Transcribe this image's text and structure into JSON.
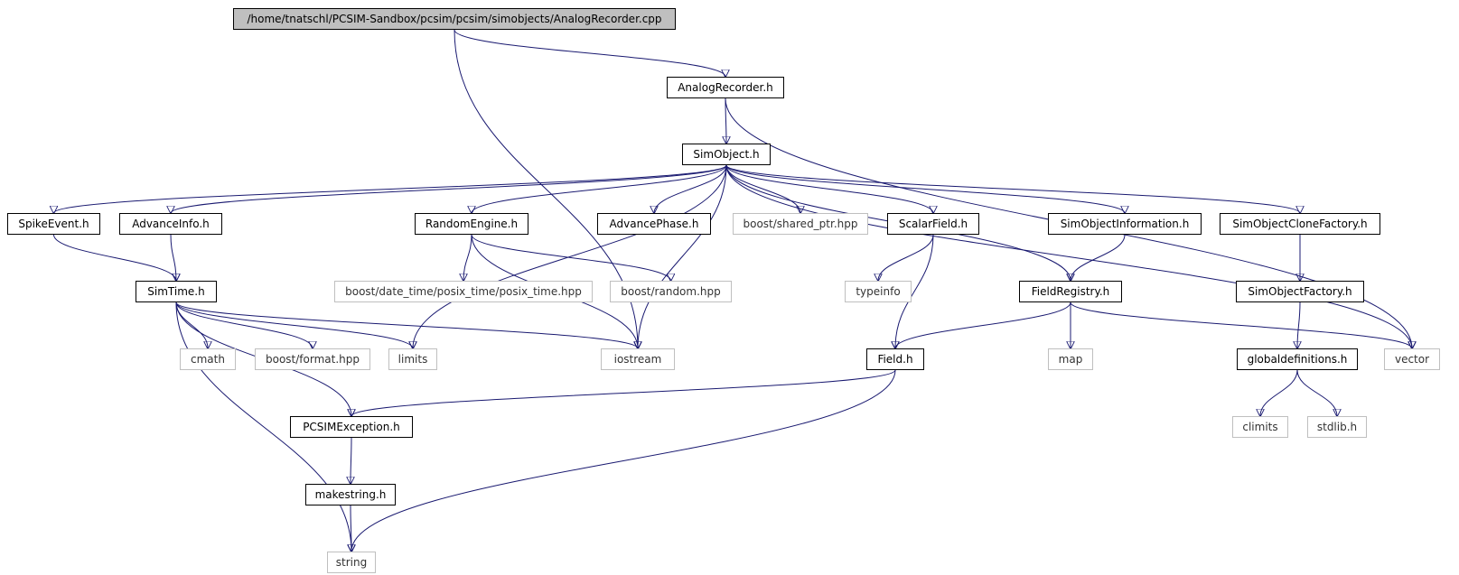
{
  "graph": {
    "nodes": {
      "analogrecorder_cpp": {
        "label": "/home/tnatschl/PCSIM-Sandbox/pcsim/pcsim/simobjects/AnalogRecorder.cpp",
        "kind": "root"
      },
      "analogrecorder_h": {
        "label": "AnalogRecorder.h",
        "kind": "local"
      },
      "simobject_h": {
        "label": "SimObject.h",
        "kind": "local"
      },
      "spikeevent_h": {
        "label": "SpikeEvent.h",
        "kind": "local"
      },
      "advanceinfo_h": {
        "label": "AdvanceInfo.h",
        "kind": "local"
      },
      "randomengine_h": {
        "label": "RandomEngine.h",
        "kind": "local"
      },
      "advancephase_h": {
        "label": "AdvancePhase.h",
        "kind": "local"
      },
      "boost_shared_ptr": {
        "label": "boost/shared_ptr.hpp",
        "kind": "system"
      },
      "scalarfield_h": {
        "label": "ScalarField.h",
        "kind": "local"
      },
      "simobjectinformation_h": {
        "label": "SimObjectInformation.h",
        "kind": "local"
      },
      "simobjectclonefactory_h": {
        "label": "SimObjectCloneFactory.h",
        "kind": "local"
      },
      "simtime_h": {
        "label": "SimTime.h",
        "kind": "local"
      },
      "boost_posix_time": {
        "label": "boost/date_time/posix_time/posix_time.hpp",
        "kind": "system"
      },
      "boost_random": {
        "label": "boost/random.hpp",
        "kind": "system"
      },
      "typeinfo": {
        "label": "typeinfo",
        "kind": "system"
      },
      "fieldregistry_h": {
        "label": "FieldRegistry.h",
        "kind": "local"
      },
      "simobjectfactory_h": {
        "label": "SimObjectFactory.h",
        "kind": "local"
      },
      "cmath": {
        "label": "cmath",
        "kind": "system"
      },
      "boost_format": {
        "label": "boost/format.hpp",
        "kind": "system"
      },
      "limits": {
        "label": "limits",
        "kind": "system"
      },
      "iostream": {
        "label": "iostream",
        "kind": "system"
      },
      "field_h": {
        "label": "Field.h",
        "kind": "local"
      },
      "map": {
        "label": "map",
        "kind": "system"
      },
      "globaldefinitions_h": {
        "label": "globaldefinitions.h",
        "kind": "local"
      },
      "vector": {
        "label": "vector",
        "kind": "system"
      },
      "pcsimexception_h": {
        "label": "PCSIMException.h",
        "kind": "local"
      },
      "climits": {
        "label": "climits",
        "kind": "system"
      },
      "stdlib_h": {
        "label": "stdlib.h",
        "kind": "system"
      },
      "makestring_h": {
        "label": "makestring.h",
        "kind": "local"
      },
      "string": {
        "label": "string",
        "kind": "system"
      }
    },
    "edges": [
      [
        "analogrecorder_cpp",
        "analogrecorder_h"
      ],
      [
        "analogrecorder_cpp",
        "iostream"
      ],
      [
        "analogrecorder_h",
        "simobject_h"
      ],
      [
        "analogrecorder_h",
        "vector"
      ],
      [
        "simobject_h",
        "spikeevent_h"
      ],
      [
        "simobject_h",
        "advanceinfo_h"
      ],
      [
        "simobject_h",
        "randomengine_h"
      ],
      [
        "simobject_h",
        "advancephase_h"
      ],
      [
        "simobject_h",
        "boost_shared_ptr"
      ],
      [
        "simobject_h",
        "scalarfield_h"
      ],
      [
        "simobject_h",
        "simobjectinformation_h"
      ],
      [
        "simobject_h",
        "simobjectclonefactory_h"
      ],
      [
        "simobject_h",
        "fieldregistry_h"
      ],
      [
        "simobject_h",
        "limits"
      ],
      [
        "simobject_h",
        "iostream"
      ],
      [
        "simobject_h",
        "vector"
      ],
      [
        "spikeevent_h",
        "simtime_h"
      ],
      [
        "advanceinfo_h",
        "simtime_h"
      ],
      [
        "randomengine_h",
        "boost_posix_time"
      ],
      [
        "randomengine_h",
        "boost_random"
      ],
      [
        "randomengine_h",
        "iostream"
      ],
      [
        "scalarfield_h",
        "typeinfo"
      ],
      [
        "scalarfield_h",
        "field_h"
      ],
      [
        "simobjectinformation_h",
        "fieldregistry_h"
      ],
      [
        "simobjectclonefactory_h",
        "simobjectfactory_h"
      ],
      [
        "simobjectfactory_h",
        "globaldefinitions_h"
      ],
      [
        "simtime_h",
        "cmath"
      ],
      [
        "simtime_h",
        "boost_format"
      ],
      [
        "simtime_h",
        "limits"
      ],
      [
        "simtime_h",
        "iostream"
      ],
      [
        "simtime_h",
        "pcsimexception_h"
      ],
      [
        "simtime_h",
        "string"
      ],
      [
        "fieldregistry_h",
        "field_h"
      ],
      [
        "fieldregistry_h",
        "map"
      ],
      [
        "fieldregistry_h",
        "vector"
      ],
      [
        "field_h",
        "pcsimexception_h"
      ],
      [
        "field_h",
        "string"
      ],
      [
        "globaldefinitions_h",
        "climits"
      ],
      [
        "globaldefinitions_h",
        "stdlib_h"
      ],
      [
        "pcsimexception_h",
        "makestring_h"
      ],
      [
        "makestring_h",
        "string"
      ]
    ]
  }
}
